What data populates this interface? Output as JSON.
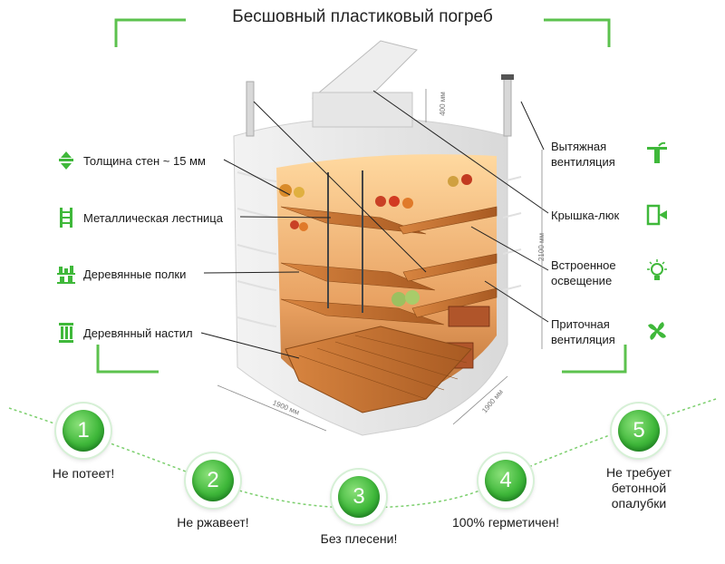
{
  "title": "Бесшовный пластиковый погреб",
  "left_features": [
    {
      "label": "Толщина стен ~ 15 мм",
      "icon": "wall-thickness-icon"
    },
    {
      "label": "Металлическая лестница",
      "icon": "ladder-icon"
    },
    {
      "label": "Деревянные полки",
      "icon": "shelves-icon"
    },
    {
      "label": "Деревянный настил",
      "icon": "wood-floor-icon"
    }
  ],
  "right_features": [
    {
      "line1": "Вытяжная",
      "line2": "вентиляция",
      "icon": "exhaust-vent-icon"
    },
    {
      "line1": "Крышка-люк",
      "line2": "",
      "icon": "hatch-icon"
    },
    {
      "line1": "Встроенное",
      "line2": "освещение",
      "icon": "light-bulb-icon"
    },
    {
      "line1": "Приточная",
      "line2": "вентиляция",
      "icon": "fan-icon"
    }
  ],
  "dimensions": {
    "hatch": "400 мм",
    "height": "2100 мм",
    "width": "1900 мм",
    "depth": "1900 мм"
  },
  "benefits": [
    {
      "num": "1",
      "line1": "Не потеет!",
      "line2": "",
      "line3": ""
    },
    {
      "num": "2",
      "line1": "Не ржавеет!",
      "line2": "",
      "line3": ""
    },
    {
      "num": "3",
      "line1": "Без плесени!",
      "line2": "",
      "line3": ""
    },
    {
      "num": "4",
      "line1": "100% герметичен!",
      "line2": "",
      "line3": ""
    },
    {
      "num": "5",
      "line1": "Не требует",
      "line2": "бетонной",
      "line3": "опалубки"
    }
  ],
  "colors": {
    "accent": "#3fb83a",
    "frame": "#5cc24e",
    "wood": "#c8752c"
  }
}
